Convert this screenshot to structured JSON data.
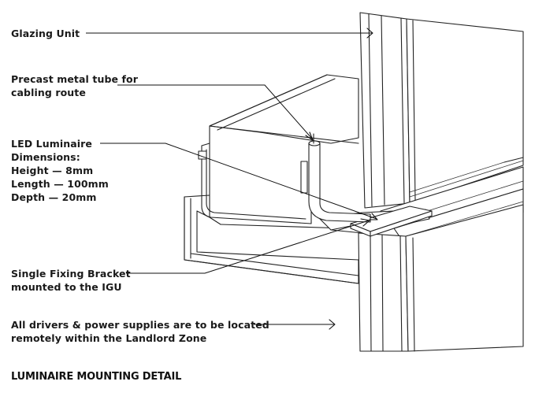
{
  "callouts": [
    {
      "id": "glazing",
      "lines": [
        "Glazing Unit"
      ]
    },
    {
      "id": "tube",
      "lines": [
        "Precast metal tube for",
        "cabling route"
      ]
    },
    {
      "id": "led",
      "lines": [
        "LED Luminaire",
        "Dimensions:",
        "Height — 8mm",
        "Length — 100mm",
        "Depth — 20mm"
      ]
    },
    {
      "id": "bracket",
      "lines": [
        "Single Fixing Bracket",
        "mounted to the IGU"
      ]
    },
    {
      "id": "drivers",
      "lines": [
        "All drivers & power supplies are to be located",
        "remotely within the Landlord Zone"
      ]
    }
  ],
  "title": "LUMINAIRE MOUNTING DETAIL"
}
